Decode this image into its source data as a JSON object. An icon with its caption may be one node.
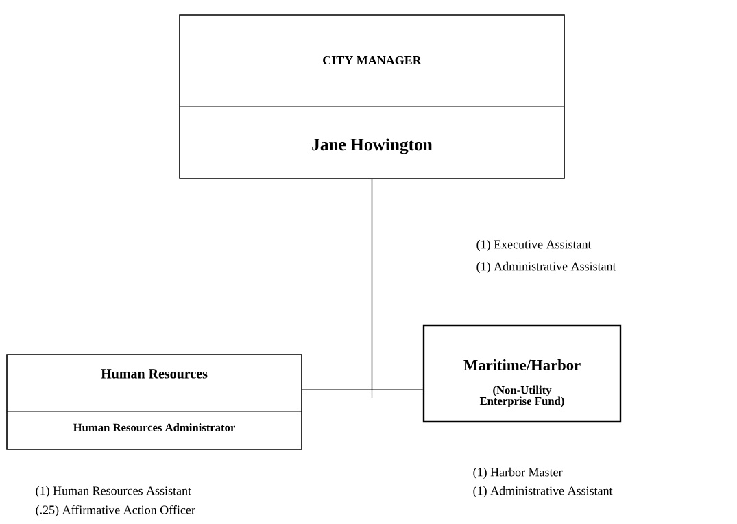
{
  "diagram": {
    "nodes": [
      {
        "text": [
          "CITY MANAGER",
          "Jane Howington"
        ],
        "beside": [
          "(1) Executive Assistant",
          "(1) Administrative Assistant"
        ]
      },
      {
        "text": [
          "Human Resources",
          "Human Resources Administrator"
        ],
        "beside": [
          "(1) Human Resources Assistant",
          "(.25) Affirmative Action Officer"
        ]
      },
      {
        "text": [
          "Maritime/Harbor",
          "(Non-Utility Enterprise Fund)"
        ],
        "beside": [
          "(1) Harbor Master",
          "(1) Administrative Assistant"
        ]
      }
    ],
    "edges": [
      {
        "from": 0,
        "to": 1,
        "arrow": "none"
      },
      {
        "from": 0,
        "to": 2,
        "arrow": "none"
      }
    ]
  }
}
